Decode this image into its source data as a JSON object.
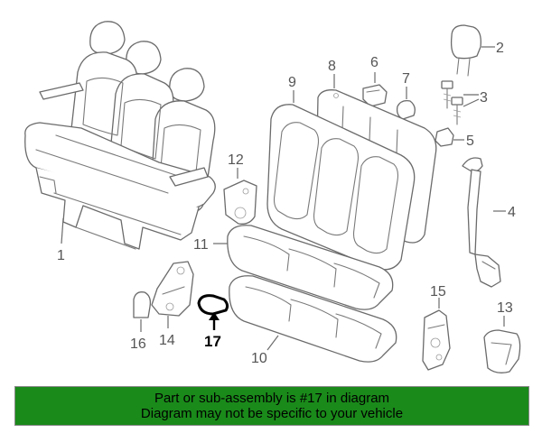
{
  "colors": {
    "banner_bg": "#1a8a1a",
    "line": "#6b6b6b",
    "highlight": "#000000"
  },
  "callouts": {
    "c1": "1",
    "c2": "2",
    "c3": "3",
    "c4": "4",
    "c5": "5",
    "c6": "6",
    "c7": "7",
    "c8": "8",
    "c9": "9",
    "c10": "10",
    "c11": "11",
    "c12": "12",
    "c13": "13",
    "c14": "14",
    "c15": "15",
    "c16": "16",
    "c17": "17"
  },
  "banner": {
    "line1": "Part or sub-assembly is #17 in diagram",
    "line2": "Diagram may not be specific to your vehicle"
  }
}
